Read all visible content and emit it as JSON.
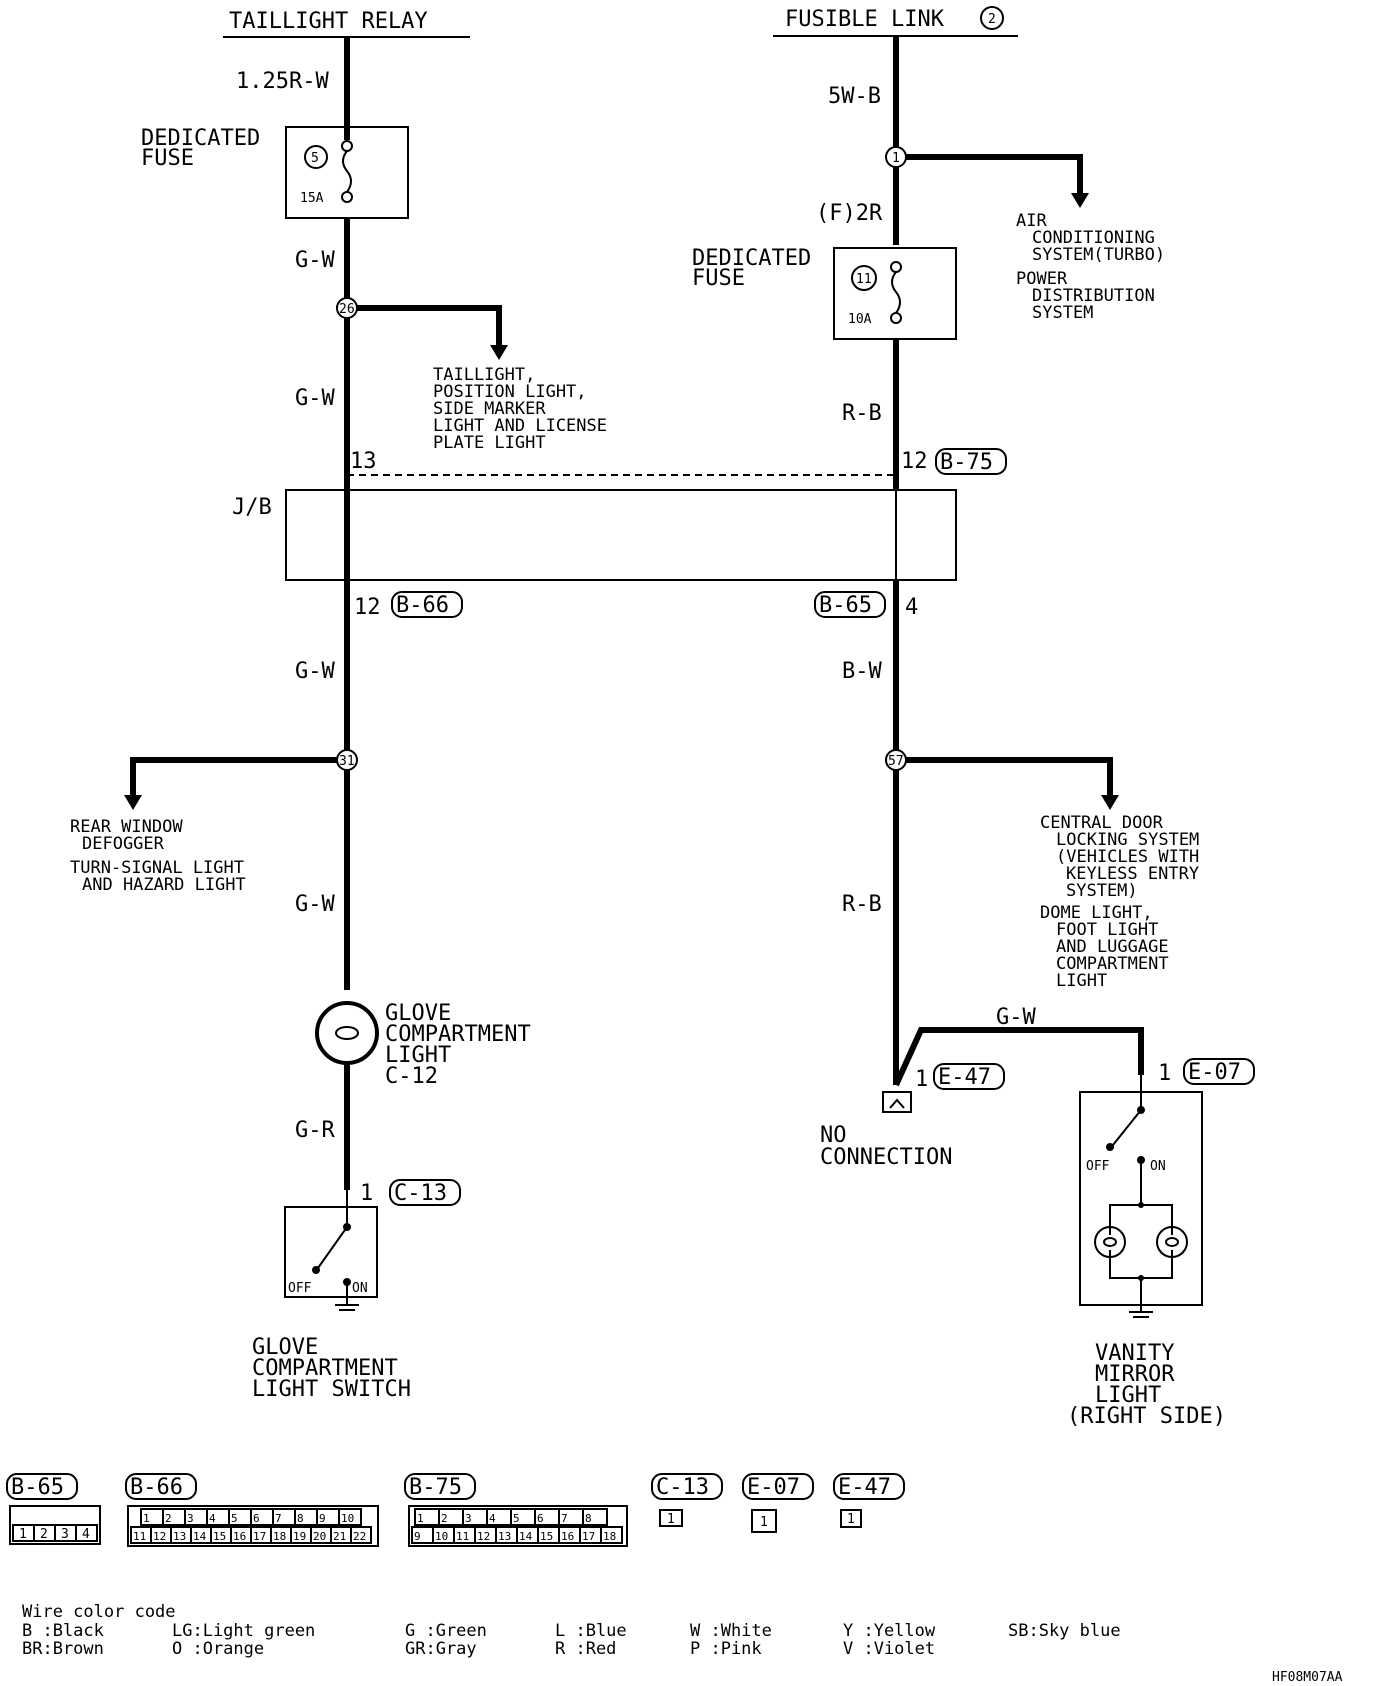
{
  "sources": {
    "taillight_relay": "TAILLIGHT RELAY",
    "fusible_link": "FUSIBLE LINK",
    "fusible_link_num": "2"
  },
  "wires": {
    "w_125rw": "1.25R-W",
    "w_5wb": "5W-B",
    "w_f2r": "(F)2R",
    "gw": "G-W",
    "rb": "R-B",
    "bw": "B-W",
    "gr": "G-R"
  },
  "fuses": {
    "left": {
      "label_1": "DEDICATED",
      "label_2": "FUSE",
      "number": "5",
      "rating": "15A"
    },
    "right": {
      "label_1": "DEDICATED",
      "label_2": "FUSE",
      "number": "11",
      "rating": "10A"
    }
  },
  "splices": {
    "s1": "1",
    "s26": "26",
    "s31": "31",
    "s57": "57"
  },
  "branches": {
    "air_cond": [
      "AIR",
      "CONDITIONING",
      "SYSTEM(TURBO)"
    ],
    "power_dist": [
      "POWER",
      "DISTRIBUTION",
      "SYSTEM"
    ],
    "taillight": [
      "TAILLIGHT,",
      "POSITION LIGHT,",
      "SIDE MARKER",
      "LIGHT AND LICENSE",
      "PLATE LIGHT"
    ],
    "rear_window": [
      "REAR WINDOW",
      "DEFOGGER"
    ],
    "turn_signal": [
      "TURN-SIGNAL LIGHT",
      "AND HAZARD LIGHT"
    ],
    "central_door": [
      "CENTRAL DOOR",
      "LOCKING SYSTEM",
      "(VEHICLES WITH",
      "KEYLESS ENTRY",
      "SYSTEM)"
    ],
    "dome_light": [
      "DOME LIGHT,",
      "FOOT LIGHT",
      "AND LUGGAGE",
      "COMPARTMENT",
      "LIGHT"
    ]
  },
  "jb": {
    "label": "J/B",
    "pin_13": "13",
    "pin_12_top": "12",
    "conn_b75": "B-75",
    "pin_12_bot": "12",
    "conn_b66": "B-66",
    "conn_b65": "B-65",
    "pin_4": "4"
  },
  "components": {
    "glove_light": [
      "GLOVE",
      "COMPARTMENT",
      "LIGHT",
      "C-12"
    ],
    "glove_switch": [
      "GLOVE",
      "COMPARTMENT",
      "LIGHT SWITCH"
    ],
    "vanity": [
      "VANITY",
      "MIRROR",
      "LIGHT",
      "(RIGHT SIDE)"
    ],
    "no_connection": [
      "NO",
      "CONNECTION"
    ],
    "off": "OFF",
    "on": "ON",
    "pin_1": "1",
    "conn_c13": "C-13",
    "conn_e47": "E-47",
    "conn_e07": "E-07"
  },
  "connectors": {
    "b65": {
      "label": "B-65",
      "pins": [
        "1",
        "2",
        "3",
        "4"
      ]
    },
    "b66": {
      "label": "B-66",
      "pins_top": [
        "1",
        "2",
        "3",
        "4",
        "5",
        "6",
        "7",
        "8",
        "9",
        "10"
      ],
      "pins_bottom": [
        "11",
        "12",
        "13",
        "14",
        "15",
        "16",
        "17",
        "18",
        "19",
        "20",
        "21",
        "22"
      ]
    },
    "b75": {
      "label": "B-75",
      "pins_top": [
        "1",
        "2",
        "3",
        "4",
        "5",
        "6",
        "7",
        "8"
      ],
      "pins_bottom": [
        "9",
        "10",
        "11",
        "12",
        "13",
        "14",
        "15",
        "16",
        "17",
        "18"
      ]
    },
    "c13": {
      "label": "C-13",
      "pin": "1"
    },
    "e07": {
      "label": "E-07",
      "pin": "1"
    },
    "e47": {
      "label": "E-47",
      "pin": "1"
    }
  },
  "legend": {
    "title": "Wire color code",
    "row1": [
      "B :Black",
      "LG:Light green",
      "G :Green",
      "L :Blue",
      "W :White",
      "Y :Yellow",
      "SB:Sky blue"
    ],
    "row2": [
      "BR:Brown",
      "O :Orange",
      "GR:Gray",
      "R :Red",
      "P :Pink",
      "V :Violet"
    ]
  },
  "footer_code": "HF08M07AA"
}
